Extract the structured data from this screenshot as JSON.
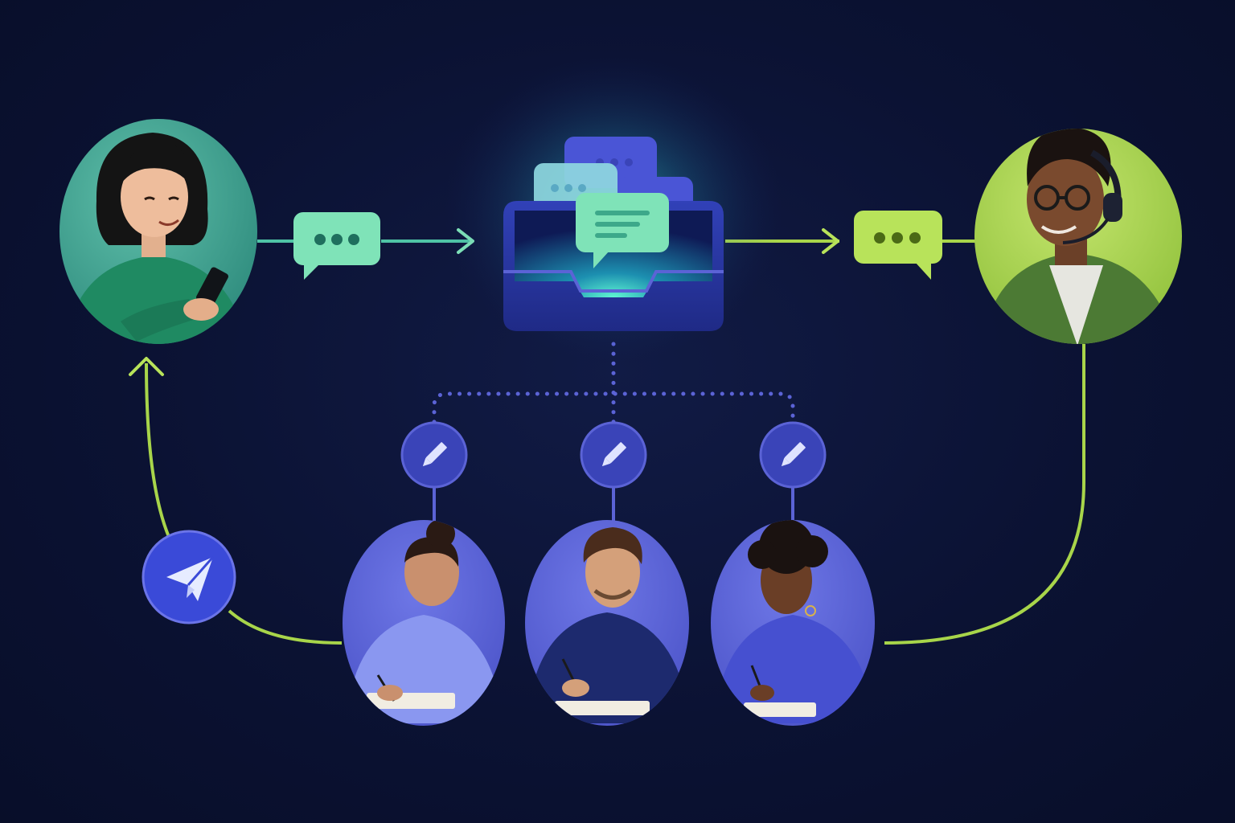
{
  "colors": {
    "background": "#0b1233",
    "customer_teal": "#3aa792",
    "agent_green": "#a8d54a",
    "lime": "#b8e35a",
    "indigo": "#5b63d6",
    "indigo_dark": "#27318f",
    "mint": "#7fe3b8",
    "glow": "#39f0c8"
  },
  "nodes": {
    "customer": {
      "icon": "customer-portrait"
    },
    "agent": {
      "icon": "support-agent-portrait"
    },
    "inbox": {
      "icon": "inbox-tray-icon"
    },
    "writers": [
      {
        "icon": "writer-portrait"
      },
      {
        "icon": "writer-portrait"
      },
      {
        "icon": "writer-portrait"
      }
    ],
    "send": {
      "icon": "paper-plane-icon"
    }
  }
}
